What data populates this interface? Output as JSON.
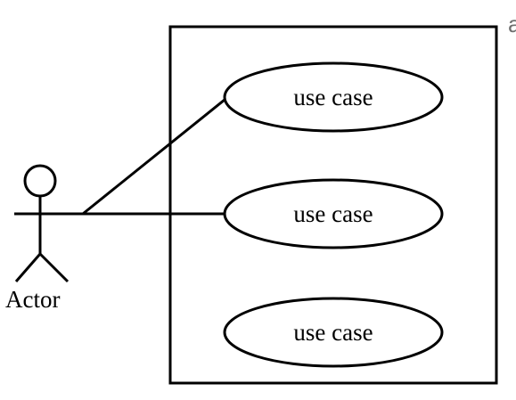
{
  "caption_fragment": {
    "text": "",
    "right_edge_text": "a"
  },
  "diagram": {
    "actor": {
      "label": "Actor"
    },
    "system_boundary": {
      "label": ""
    },
    "use_cases": [
      {
        "label": "use case"
      },
      {
        "label": "use case"
      },
      {
        "label": "use case"
      }
    ],
    "colors": {
      "stroke": "#000000",
      "background": "#ffffff",
      "caption_text": "#6f6f6f"
    }
  }
}
